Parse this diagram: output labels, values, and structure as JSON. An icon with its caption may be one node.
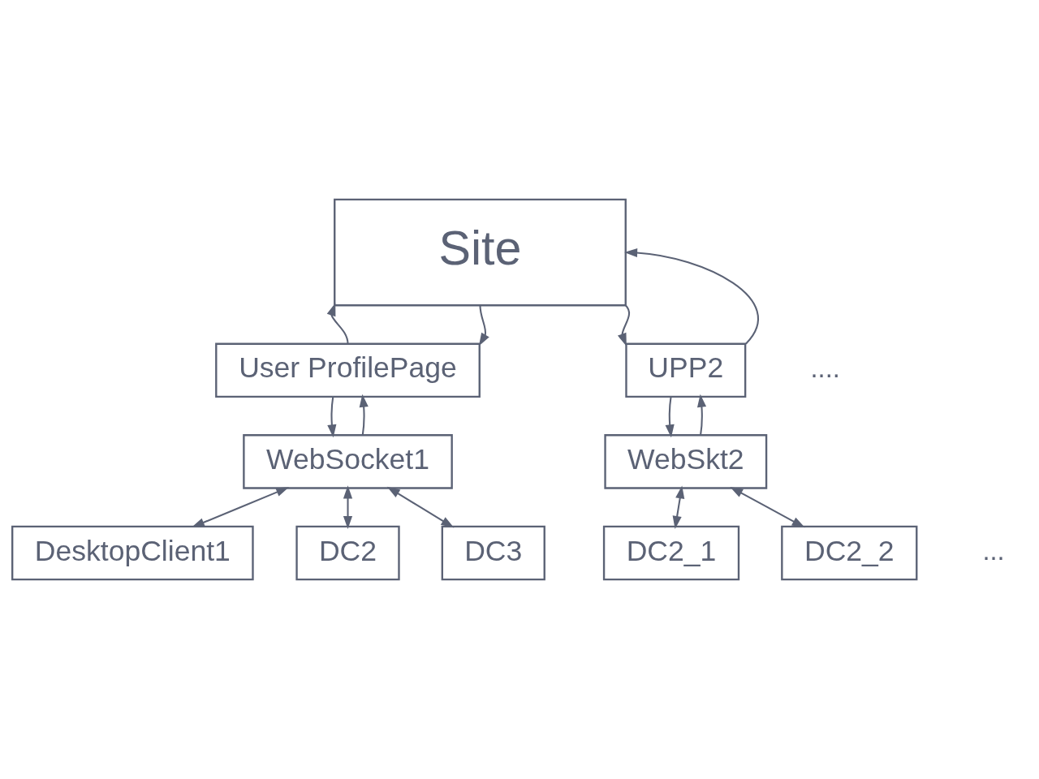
{
  "diagram": {
    "nodes": [
      {
        "text": [
          "Site"
        ]
      },
      {
        "text": [
          "User ProfilePage"
        ]
      },
      {
        "text": [
          "UPP2"
        ]
      },
      {
        "text": [
          "WebSocket1"
        ]
      },
      {
        "text": [
          "WebSkt2"
        ]
      },
      {
        "text": [
          "DesktopClient1"
        ]
      },
      {
        "text": [
          "DC2_1"
        ]
      },
      {
        "text": [
          "DC2_2"
        ]
      },
      {
        "text": [
          "DC2"
        ]
      },
      {
        "text": [
          "DC3"
        ]
      }
    ],
    "edges": [
      {
        "from": 1,
        "to": 0,
        "arrow": "to"
      },
      {
        "from": 0,
        "to": 1,
        "arrow": "to"
      },
      {
        "from": 0,
        "to": 2,
        "arrow": "to"
      },
      {
        "from": 2,
        "to": 0,
        "arrow": "to"
      },
      {
        "from": 1,
        "to": 3,
        "arrow": "to"
      },
      {
        "from": 3,
        "to": 1,
        "arrow": "to"
      },
      {
        "from": 2,
        "to": 4,
        "arrow": "to"
      },
      {
        "from": 4,
        "to": 2,
        "arrow": "to"
      },
      {
        "from": 3,
        "to": 5,
        "arrow": "both"
      },
      {
        "from": 3,
        "to": 8,
        "arrow": "both"
      },
      {
        "from": 3,
        "to": 9,
        "arrow": "both"
      },
      {
        "from": 4,
        "to": 6,
        "arrow": "both"
      },
      {
        "from": 4,
        "to": 7,
        "arrow": "both"
      }
    ],
    "labels": [
      "....",
      "..."
    ]
  }
}
